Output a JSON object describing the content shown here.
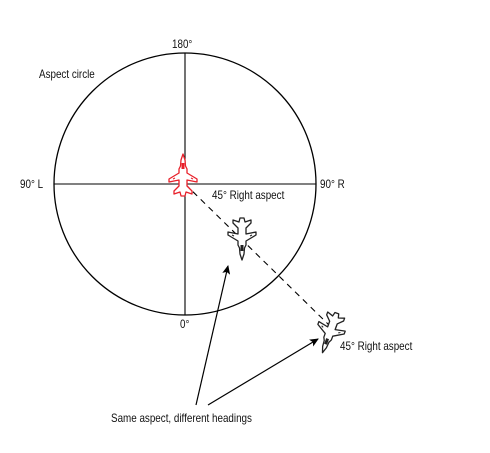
{
  "diagram": {
    "title_label": "Aspect circle",
    "heading_top": "180°",
    "heading_bottom": "0°",
    "heading_left": "90° L",
    "heading_right": "90° R",
    "near_aspect_label": "45° Right aspect",
    "far_aspect_label": "45° Right aspect",
    "caption": "Same aspect, different headings"
  },
  "colors": {
    "target_aircraft": "#e8202a",
    "aircraft": "#222222",
    "line": "#000000",
    "background": "#ffffff"
  },
  "icons": {
    "target": "fighter-jet-icon",
    "near": "fighter-jet-icon",
    "far": "fighter-jet-icon"
  }
}
